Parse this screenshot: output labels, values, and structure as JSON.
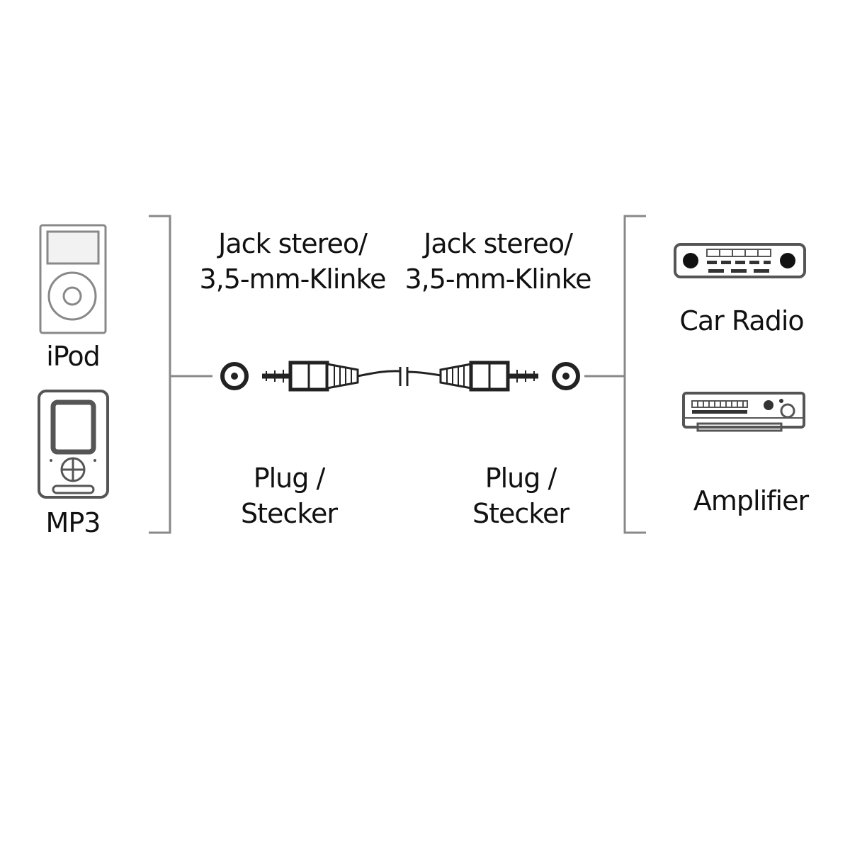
{
  "left_devices": {
    "ipod_label": "iPod",
    "mp3_label": "MP3"
  },
  "right_devices": {
    "car_radio_label": "Car Radio",
    "amplifier_label": "Amplifier"
  },
  "left_connector": {
    "type_line1": "Jack stereo/",
    "type_line2": "3,5-mm-Klinke",
    "gender_line1": "Plug /",
    "gender_line2": "Stecker"
  },
  "right_connector": {
    "type_line1": "Jack stereo/",
    "type_line2": "3,5-mm-Klinke",
    "gender_line1": "Plug /",
    "gender_line2": "Stecker"
  },
  "colors": {
    "line": "#888888",
    "ink": "#111111",
    "background": "#ffffff"
  }
}
